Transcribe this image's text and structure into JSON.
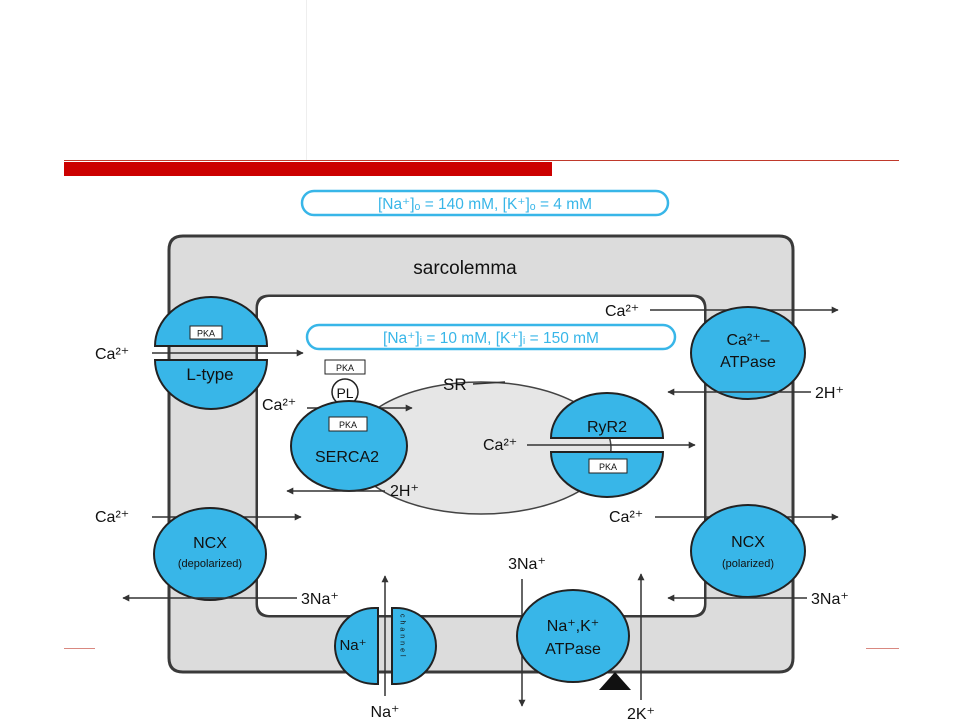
{
  "colors": {
    "channel": "#38b6e8",
    "membrane": "#dcdcdc",
    "sr": "#e6e6e6",
    "accent_red": "#cc0000",
    "outline": "#333333"
  },
  "extracellular": {
    "text": "[Na⁺]ₒ = 140 mM, [K⁺]ₒ = 4 mM"
  },
  "intracellular": {
    "text": "[Na⁺]ᵢ = 10 mM, [K⁺]ᵢ = 150 mM"
  },
  "sarcolemma_label": "sarcolemma",
  "sr_label": "SR",
  "ltype": {
    "label": "L-type",
    "regulator": "PKA",
    "ion": "Ca²⁺"
  },
  "pl": {
    "label": "PL",
    "regulator": "PKA"
  },
  "serca": {
    "label": "SERCA2",
    "regulator": "PKA",
    "ion_in": "Ca²⁺",
    "ion_out": "2H⁺"
  },
  "ryr": {
    "label": "RyR2",
    "regulator": "PKA",
    "ion": "Ca²⁺"
  },
  "atpase_ca": {
    "line1": "Ca²⁺–",
    "line2": "ATPase",
    "ion_out": "Ca²⁺",
    "ion_in": "2H⁺"
  },
  "ncx_left": {
    "label": "NCX",
    "sub": "(depolarized)",
    "ion_ca": "Ca²⁺",
    "ion_na": "3Na⁺"
  },
  "ncx_right": {
    "label": "NCX",
    "sub": "(polarized)",
    "ion_ca": "Ca²⁺",
    "ion_na": "3Na⁺"
  },
  "na_channel": {
    "label": "Na⁺",
    "side_text": "channel",
    "ion": "Na⁺"
  },
  "nak_atpase": {
    "line1": "Na⁺,K⁺",
    "line2": "ATPase",
    "ion_na": "3Na⁺",
    "ion_k": "2K⁺"
  }
}
